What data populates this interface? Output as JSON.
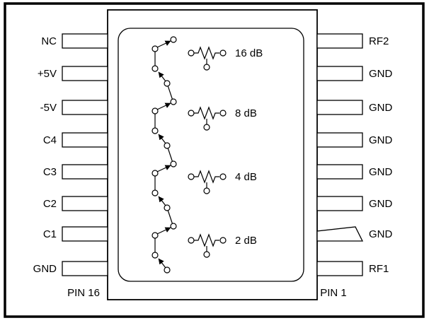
{
  "diagram": {
    "left_pins": [
      {
        "label": "NC"
      },
      {
        "label": "+5V"
      },
      {
        "label": "-5V"
      },
      {
        "label": "C4"
      },
      {
        "label": "C3"
      },
      {
        "label": "C2"
      },
      {
        "label": "C1"
      },
      {
        "label": "GND"
      }
    ],
    "right_pins": [
      {
        "label": "RF2"
      },
      {
        "label": "GND"
      },
      {
        "label": "GND"
      },
      {
        "label": "GND"
      },
      {
        "label": "GND"
      },
      {
        "label": "GND"
      },
      {
        "label": "GND"
      },
      {
        "label": "RF1"
      }
    ],
    "pin_left_label": "PIN 16",
    "pin_right_label": "PIN 1",
    "attenuators": [
      {
        "label": "16 dB"
      },
      {
        "label": "8 dB"
      },
      {
        "label": "4 dB"
      },
      {
        "label": "2 dB"
      }
    ],
    "colors": {
      "line": "#000000",
      "background": "#ffffff"
    }
  }
}
